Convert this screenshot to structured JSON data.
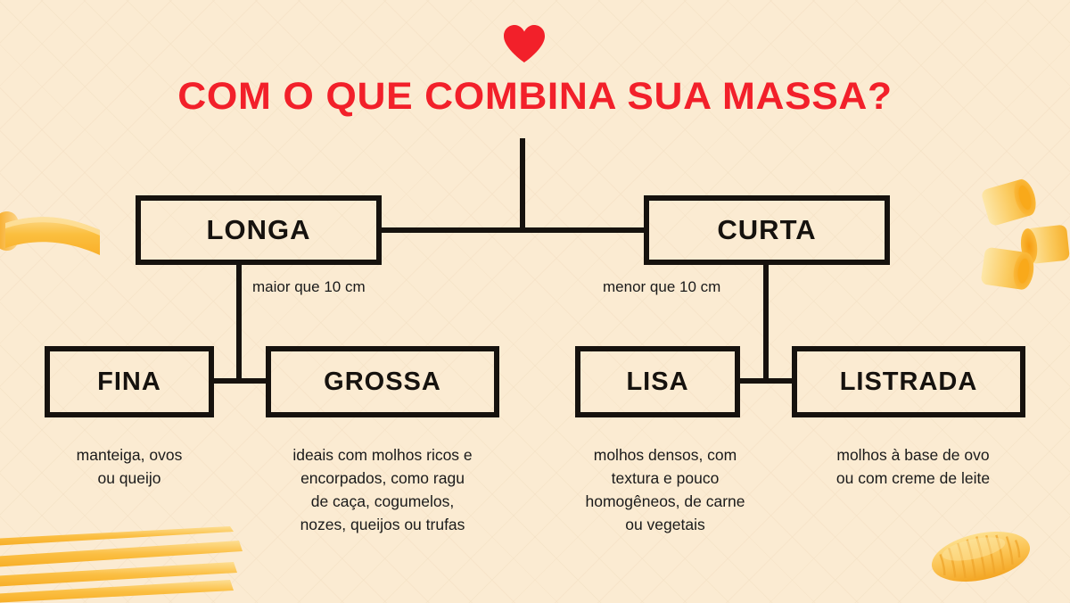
{
  "title": "COM O QUE COMBINA SUA MASSA?",
  "heart_icon": "heart-icon",
  "colors": {
    "background": "#FBEBD2",
    "title_red": "#F2202A",
    "ink": "#16120E",
    "pasta_yellow": "#FBC34A",
    "pasta_light": "#FDE9A8"
  },
  "tree": {
    "tier1": [
      {
        "label": "LONGA",
        "caption": "maior que 10 cm"
      },
      {
        "label": "CURTA",
        "caption": "menor que 10 cm"
      }
    ],
    "tier2": [
      {
        "label": "FINA",
        "description": "manteiga, ovos\nou queijo"
      },
      {
        "label": "GROSSA",
        "description": "ideais com molhos ricos e\nencorpados, como ragu\nde caça, cogumelos,\nnozes, queijos ou trufas"
      },
      {
        "label": "LISA",
        "description": "molhos densos, com\ntextura e pouco\nhomogêneos, de carne\nou vegetais"
      },
      {
        "label": "LISTRADA",
        "description": "molhos à base de ovo\nou com creme de leite"
      }
    ]
  },
  "decorations": [
    {
      "name": "pappardelle-ribbon-pasta",
      "position": "left-middle"
    },
    {
      "name": "rigatoni-tubes-pasta",
      "position": "right-upper"
    },
    {
      "name": "spaghetti-strands-pasta",
      "position": "bottom-left"
    },
    {
      "name": "cavatelli-ridged-pasta",
      "position": "bottom-right"
    }
  ]
}
